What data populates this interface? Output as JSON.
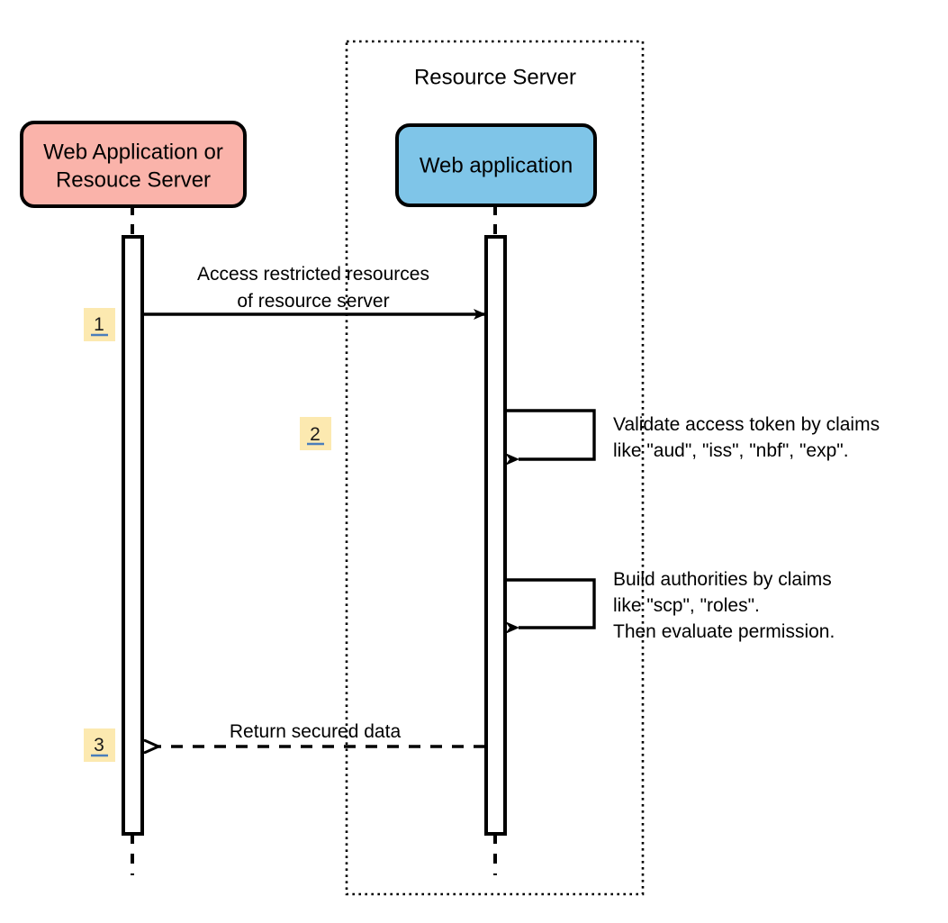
{
  "diagram": {
    "type": "sequence-diagram",
    "frame": {
      "title": "Resource Server",
      "border_style": "dotted",
      "border_color": "#000000"
    },
    "participants": [
      {
        "id": "client",
        "label_line1": "Web Application or",
        "label_line2": "Resouce Server",
        "fill": "#FAB3AA",
        "stroke": "#000000"
      },
      {
        "id": "server",
        "label_line1": "Web application",
        "label_line2": "",
        "fill": "#7FC5E8",
        "stroke": "#000000"
      }
    ],
    "messages": [
      {
        "badge": "1",
        "kind": "call",
        "arrow": "solid",
        "direction": "right",
        "label_line1": "Access restricted resources",
        "label_line2": "of resource server"
      },
      {
        "badge": "2",
        "kind": "self",
        "arrow": "solid",
        "direction": "self",
        "label_line1": "Validate access token by claims",
        "label_line2": "like \"aud\", \"iss\", \"nbf\", \"exp\".",
        "label_line3": ""
      },
      {
        "badge": "",
        "kind": "self",
        "arrow": "solid",
        "direction": "self",
        "label_line1": "Build authorities by claims",
        "label_line2": "like \"scp\", \"roles\".",
        "label_line3": "Then evaluate permission."
      },
      {
        "badge": "3",
        "kind": "return",
        "arrow": "dashed",
        "direction": "left",
        "label_line1": "Return secured data",
        "label_line2": "",
        "label_line3": ""
      }
    ],
    "badge_style": {
      "fill": "#FCE9B0",
      "underline_color": "#4A7EBB",
      "text_color": "#1a1a1a"
    },
    "colors": {
      "client_box": "#FAB3AA",
      "server_box": "#7FC5E8",
      "badge_bg": "#FCE9B0",
      "badge_underline": "#4A7EBB",
      "line": "#000000",
      "background": "#FFFFFF"
    }
  }
}
